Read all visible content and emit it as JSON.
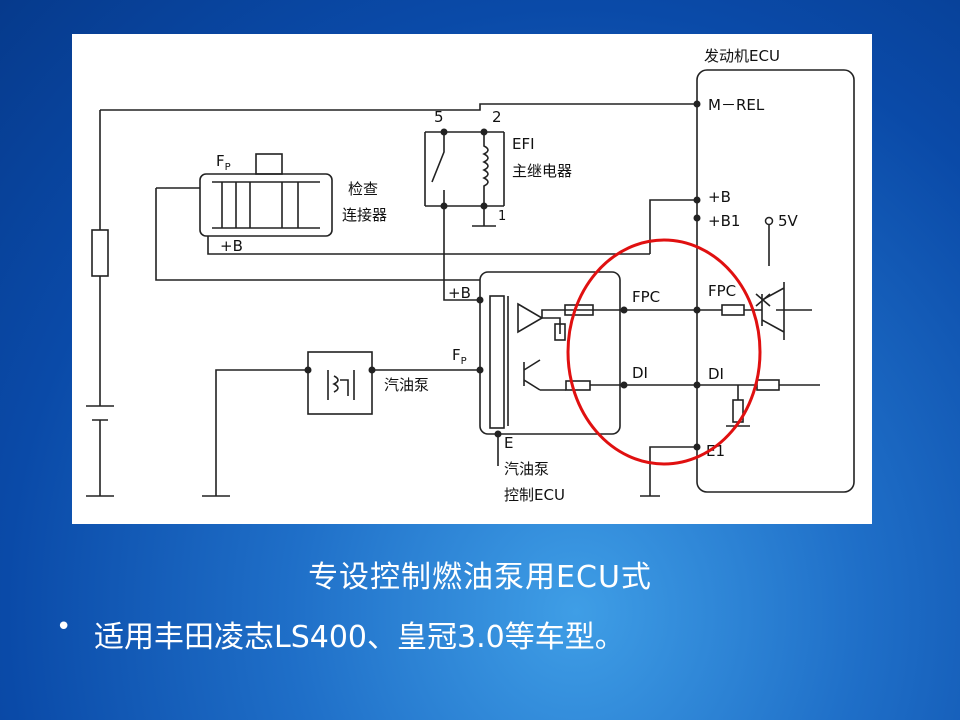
{
  "diagram": {
    "labels": {
      "engine_ecu": "发动机ECU",
      "m_rel": "M－REL",
      "plus_b_ecu": "+B",
      "plus_b1": "+B1",
      "v5": "5V",
      "fpc_ecu": "FPC",
      "di_ecu": "DI",
      "e1": "E1",
      "fp_connector": "F",
      "fp_sub": "P",
      "check_connector_1": "检查",
      "check_connector_2": "连接器",
      "plus_b_connector": "+B",
      "relay_5": "5",
      "relay_2": "2",
      "relay_1": "1",
      "efi_1": "EFI",
      "efi_2": "主继电器",
      "plus_b_pump": "+B",
      "fpc_pump": "FPC",
      "di_pump": "DI",
      "fp_pump": "F",
      "fp_pump_sub": "P",
      "fuel_pump": "汽油泵",
      "e_pump": "E",
      "pump_ecu_1": "汽油泵",
      "pump_ecu_2": "控制ECU"
    },
    "highlight_color": "#e01010"
  },
  "slide": {
    "caption": "专设控制燃油泵用ECU式",
    "bullet_dot": "•",
    "bullet_text": "适用丰田凌志LS400、皇冠3.0等车型。"
  }
}
